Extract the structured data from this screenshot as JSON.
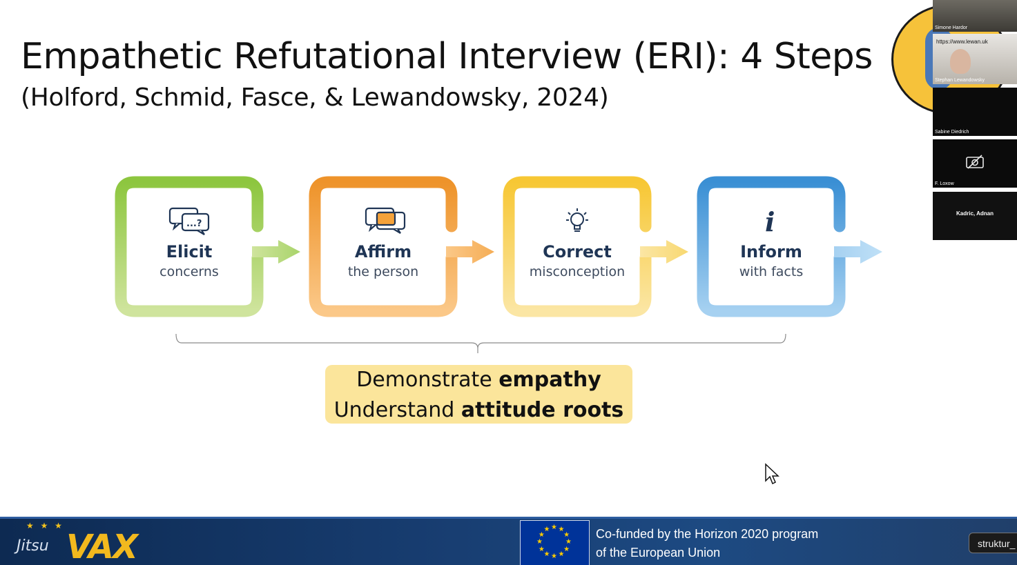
{
  "slide": {
    "title": "Empathetic Refutational Interview (ERI): 4 Steps",
    "subtitle": "(Holford, Schmid, Fasce, & Lewandowsky, 2024)"
  },
  "steps": [
    {
      "title": "Elicit",
      "subtitle": "concerns",
      "icon": "speech-bubbles-question-icon",
      "color": "#8dc63f"
    },
    {
      "title": "Affirm",
      "subtitle": "the person",
      "icon": "speech-bubbles-icon",
      "color": "#f0962c"
    },
    {
      "title": "Correct",
      "subtitle": "misconception",
      "icon": "lightbulb-icon",
      "color": "#f6c93b"
    },
    {
      "title": "Inform",
      "subtitle": "with facts",
      "icon": "info-icon",
      "color": "#3d94d6"
    }
  ],
  "empathy_box": {
    "line1_prefix": "Demonstrate ",
    "line1_bold": "empathy",
    "line2_prefix": "Understand ",
    "line2_bold": "attitude roots"
  },
  "footer": {
    "logo_prefix": "Jitsu",
    "logo_main": "VAX",
    "eu_text_line1": "Co-funded by the Horizon 2020 program",
    "eu_text_line2": "of the European Union",
    "tooltip": "struktur_"
  },
  "participants": [
    {
      "name": "Simone Hardor",
      "state": "video"
    },
    {
      "name": "Stephan Lewandowsky",
      "state": "video",
      "overlay": "https://www.lewan.uk"
    },
    {
      "name": "Sabine Diedrich",
      "state": "black"
    },
    {
      "name": "F. Loxow",
      "state": "camera-off"
    },
    {
      "name": "Kadric, Adnan",
      "state": "name-only"
    }
  ]
}
